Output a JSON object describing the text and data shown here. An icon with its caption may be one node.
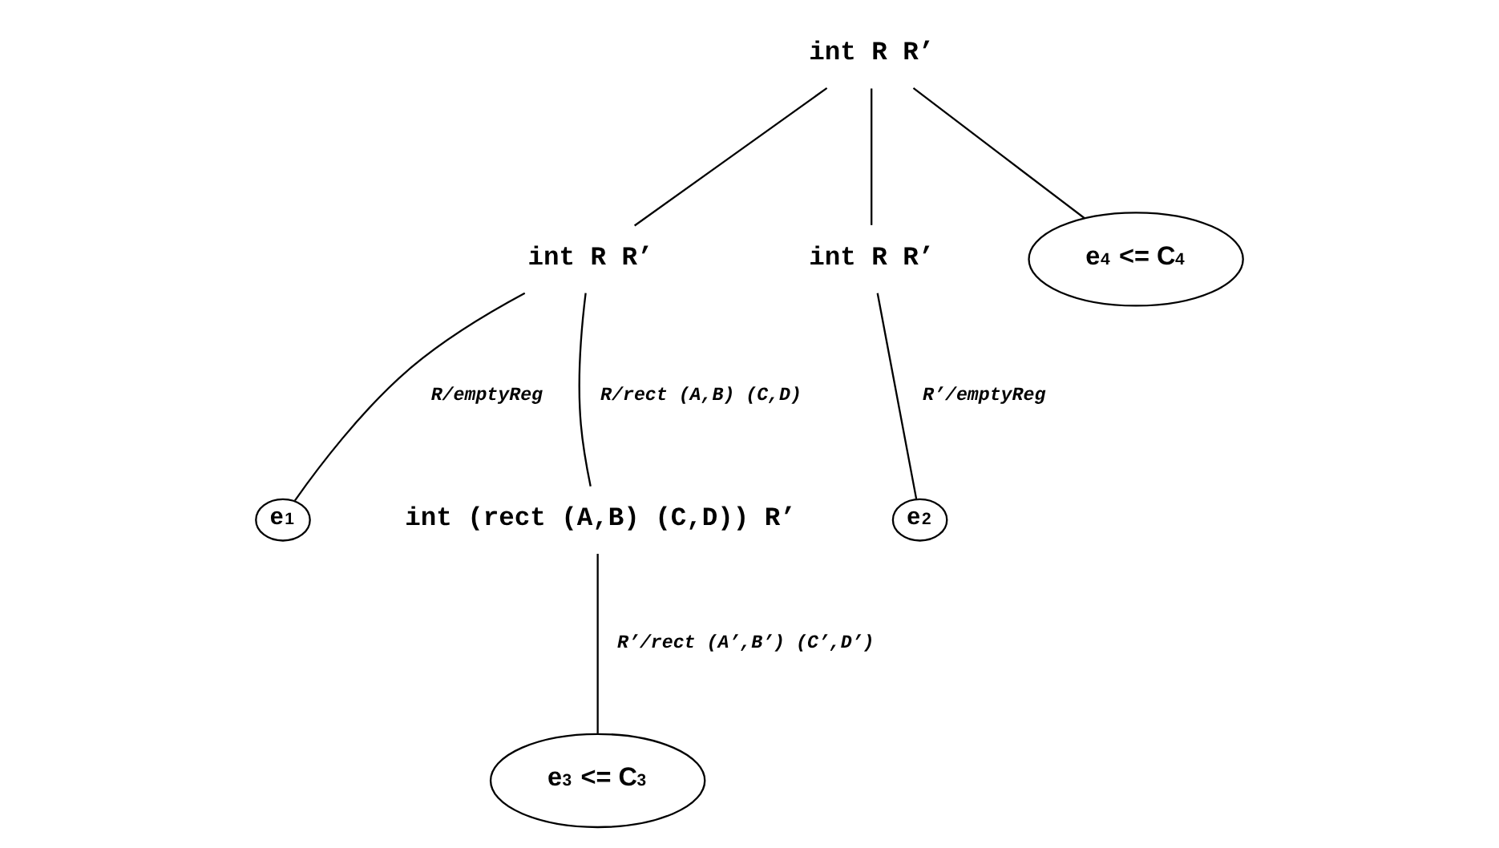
{
  "diagram": {
    "nodes": [
      {
        "text": [
          "int R R’"
        ]
      },
      {
        "text": [
          "int R R’"
        ]
      },
      {
        "text": [
          "int R R’"
        ]
      },
      {
        "text": [
          "e$_{4}$ <= C$_{4}$"
        ]
      },
      {
        "text": [
          "e$_{1}$"
        ]
      },
      {
        "text": [
          "int (rect (A,B) (C,D)) R’"
        ]
      },
      {
        "text": [
          "e$_{2}$"
        ]
      },
      {
        "text": [
          "e$_{3}$ <= C$_{3}$"
        ]
      }
    ],
    "edges": [
      {
        "from": 0,
        "to": 1,
        "arrow": "none"
      },
      {
        "from": 0,
        "to": 2,
        "arrow": "none"
      },
      {
        "from": 0,
        "to": 3,
        "arrow": "none"
      },
      {
        "from": 1,
        "to": 4,
        "arrow": "none",
        "label": "R/emptyReg"
      },
      {
        "from": 1,
        "to": 5,
        "arrow": "none",
        "label": "R/rect (A,B) (C,D)"
      },
      {
        "from": 2,
        "to": 6,
        "arrow": "none",
        "label": "R’/emptyReg"
      },
      {
        "from": 5,
        "to": 7,
        "arrow": "none",
        "label": "R’/rect (A’,B’) (C’,D’)"
      }
    ]
  }
}
